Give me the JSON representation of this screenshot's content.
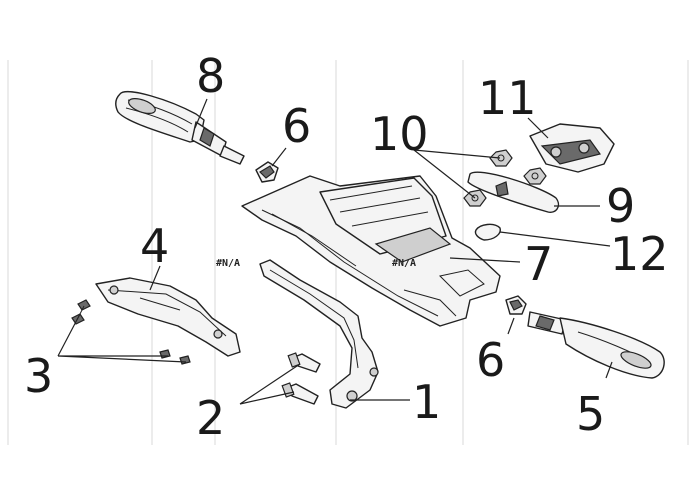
{
  "callouts": {
    "c1": "1",
    "c2": "2",
    "c3": "3",
    "c4": "4",
    "c5": "5",
    "c6a": "6",
    "c6b": "6",
    "c7": "7",
    "c8": "8",
    "c9": "9",
    "c10": "10",
    "c11": "11",
    "c12": "12"
  },
  "markers": {
    "na_left": "#N/A",
    "na_center": "#N/A"
  }
}
